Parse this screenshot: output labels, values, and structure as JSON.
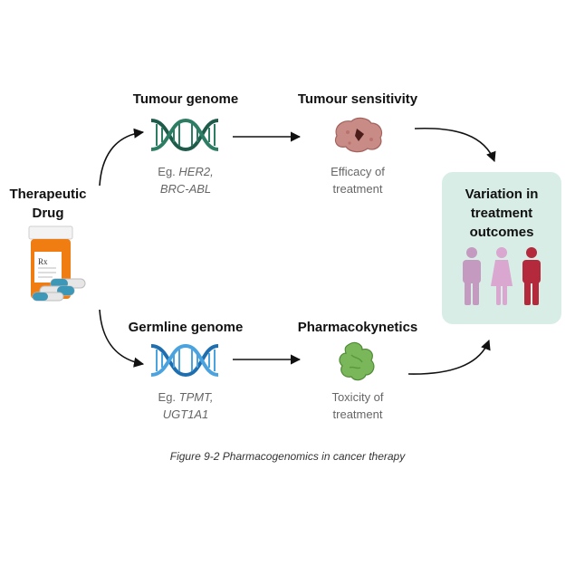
{
  "therapeutic_drug": {
    "line1": "Therapeutic",
    "line2": "Drug"
  },
  "tumour_genome": {
    "title": "Tumour genome",
    "prefix": "Eg. ",
    "gene1": "HER2,",
    "gene2": "BRC-ABL"
  },
  "tumour_sensitivity": {
    "title": "Tumour sensitivity",
    "line1": "Efficacy of",
    "line2": "treatment"
  },
  "germline_genome": {
    "title": "Germline genome",
    "prefix": "Eg. ",
    "gene1": "TPMT,",
    "gene2": "UGT1A1"
  },
  "pharmacokinetics": {
    "title": "Pharmacokynetics",
    "line1": "Toxicity of",
    "line2": "treatment"
  },
  "outcome": {
    "line1": "Variation in",
    "line2": "treatment",
    "line3": "outcomes"
  },
  "bottle_label": "Rx",
  "caption": "Figure 9-2 Pharmacogenomics in cancer therapy",
  "colors": {
    "dna_tumour": "#1f5b4a",
    "dna_germline": "#2e7fc4",
    "tumour_cell": "#c98b86",
    "pk_blob": "#7ab65a",
    "outcome_bg": "#d8ede6",
    "person_light": "#c59ac0",
    "person_pink": "#d9a7cf",
    "person_red": "#b42a3c",
    "bottle": "#f07d12"
  }
}
